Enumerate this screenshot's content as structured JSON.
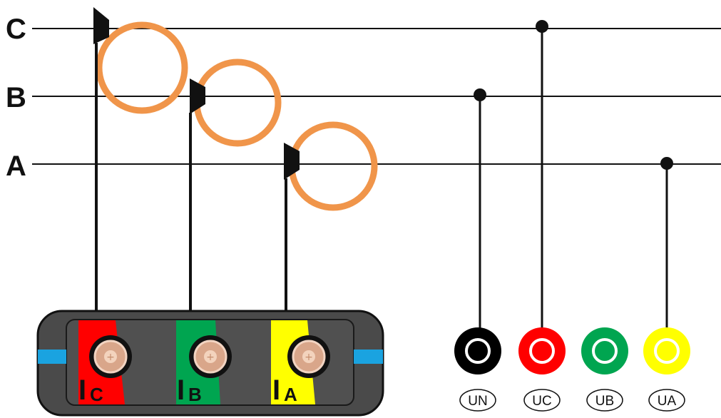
{
  "phases": [
    {
      "id": "C",
      "label": "C"
    },
    {
      "id": "B",
      "label": "B"
    },
    {
      "id": "A",
      "label": "A"
    }
  ],
  "current_channels": [
    {
      "id": "IC",
      "main": "I",
      "sub": "C",
      "color": "#ff0000"
    },
    {
      "id": "IB",
      "main": "I",
      "sub": "B",
      "color": "#00a550"
    },
    {
      "id": "IA",
      "main": "I",
      "sub": "A",
      "color": "#ffff00"
    }
  ],
  "voltage_terminals": [
    {
      "id": "UN",
      "label": "UN",
      "color": "#000000",
      "phase": "B"
    },
    {
      "id": "UC",
      "label": "UC",
      "color": "#ff0000",
      "phase": "C"
    },
    {
      "id": "UB",
      "label": "UB",
      "color": "#00a550",
      "phase": "none"
    },
    {
      "id": "UA",
      "label": "UA",
      "color": "#ffff00",
      "phase": "A"
    }
  ],
  "colors": {
    "clamp_coil": "#f0954a",
    "wire": "#111111",
    "device_body": "#4a4a4a",
    "side_marker": "#1aa3e0"
  }
}
